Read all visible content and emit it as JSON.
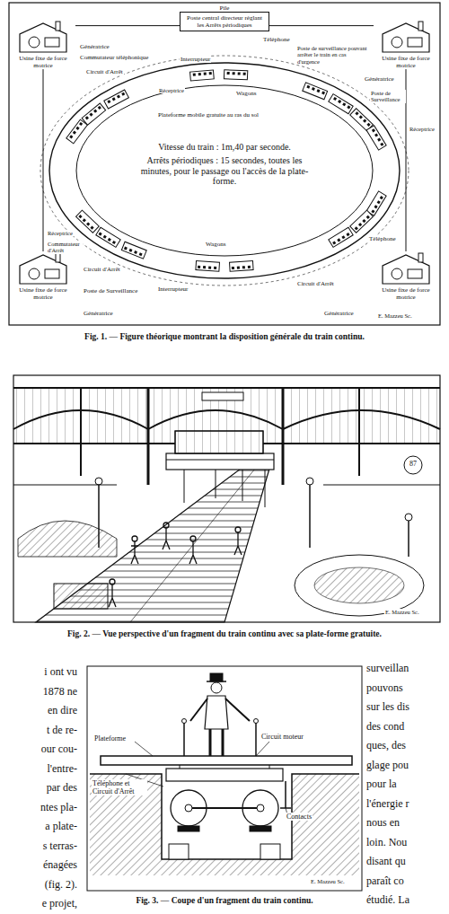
{
  "diagram": {
    "nodes": [
      {
        "text": [
          "Pile",
          "Poste central directeur réglant les Arrêts périodiques"
        ]
      },
      {
        "text": [
          "Usine fixe de force motrice"
        ]
      },
      {
        "text": [
          "Usine fixe de force motrice"
        ]
      },
      {
        "text": [
          "Usine fixe de force motrice"
        ]
      },
      {
        "text": [
          "Usine fixe de force motrice"
        ]
      }
    ],
    "edges": [
      {
        "from": 0,
        "to": 1,
        "arrow": "none"
      },
      {
        "from": 0,
        "to": 2,
        "arrow": "none"
      },
      {
        "from": 1,
        "to": 3,
        "arrow": "none"
      },
      {
        "from": 2,
        "to": 4,
        "arrow": "none"
      }
    ],
    "labels": [
      "Téléphone",
      "Génératrice",
      "Génératrice",
      "Commutateur téléphonique",
      "Interrupteur",
      "Réceptrice",
      "Wagons",
      "Poste de surveillance pouvant arrêter le train en cas d'urgence",
      "Circuit d'Arrêt",
      "Poste de Surveillance",
      "Réceptrice",
      "Plateforme mobile gratuite au ras du sol",
      "Vitesse du train : 1m,40 par seconde.",
      "Arrêts périodiques : 15 secondes, toutes les minutes, pour le passage ou l'accès de la plate-forme.",
      "Réceptrice",
      "Commutateur d'Arrêt",
      "Circuit d'Arrêt",
      "Poste de Surveillance",
      "Wagons",
      "Interrupteur",
      "Circuit d'Arrêt",
      "Téléphone",
      "Génératrice",
      "Génératrice",
      "E. Mazzeu Sc.",
      "Fig. 1. — Figure théorique montrant la disposition générale du train continu.",
      "87",
      "E. Mazzeu Sc.",
      "Fig. 2. — Vue perspective d'un fragment du train continu avec sa plate-forme gratuite.",
      "Plateforme",
      "Circuit moteur",
      "Téléphone et Circuit d'Arrêt",
      "Contacts",
      "E. Mazzeu Sc.",
      "Fig. 3. — Coupe d'un fragment du train continu.",
      "i ont vu",
      "1878 ne",
      "en dire",
      "t de re-",
      "our cou-",
      "l'entre-",
      "par des",
      "ntes pla-",
      "a plate-",
      "s terras-",
      "énagées",
      "(fig. 2).",
      "e projet,",
      "surveillan",
      "pouvons",
      "sur les dis",
      "des cond",
      "ques, des",
      "glage pou",
      "pour la",
      "l'énergie r",
      "nous en",
      "loin. Nou",
      "disant qu",
      "paraît co",
      "étudié. La"
    ]
  }
}
